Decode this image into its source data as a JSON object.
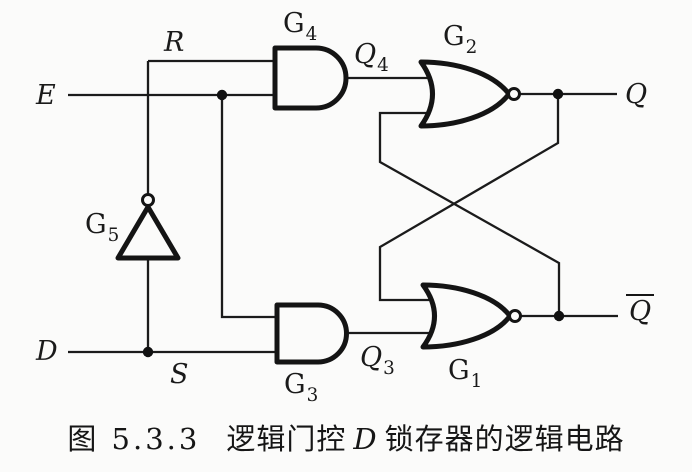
{
  "figure": {
    "type": "logic-circuit-diagram",
    "caption": {
      "figure_no": "图 5.3.3",
      "before_d": "逻辑门控",
      "d": "D",
      "after_d": "锁存器的逻辑电路"
    }
  },
  "labels": {
    "e": {
      "text": "E"
    },
    "r": {
      "text": "R"
    },
    "d": {
      "text": "D"
    },
    "s": {
      "text": "S"
    },
    "q": {
      "text": "Q"
    },
    "qbar": {
      "text": "Q",
      "overline": true
    },
    "g1": {
      "base": "G",
      "sub": "1"
    },
    "g2": {
      "base": "G",
      "sub": "2"
    },
    "g3": {
      "base": "G",
      "sub": "3"
    },
    "g4": {
      "base": "G",
      "sub": "4"
    },
    "g5": {
      "base": "G",
      "sub": "5"
    },
    "q4": {
      "base": "Q",
      "sub": "4"
    },
    "q3": {
      "base": "Q",
      "sub": "3"
    }
  },
  "components": [
    {
      "id": "G4",
      "type": "AND",
      "inputs": [
        "R",
        "E"
      ],
      "output": "Q4"
    },
    {
      "id": "G3",
      "type": "AND",
      "inputs": [
        "E",
        "S"
      ],
      "output": "Q3"
    },
    {
      "id": "G2",
      "type": "NOR",
      "inputs": [
        "Q4",
        "Qbar-feedback"
      ],
      "output": "Q"
    },
    {
      "id": "G1",
      "type": "NOR",
      "inputs": [
        "Q-feedback",
        "Q3"
      ],
      "output": "Qbar"
    },
    {
      "id": "G5",
      "type": "NOT",
      "inputs": [
        "D"
      ],
      "output": "R"
    }
  ],
  "colors": {
    "ink": "#1b1b1b",
    "paper": "#fbfbfa"
  }
}
